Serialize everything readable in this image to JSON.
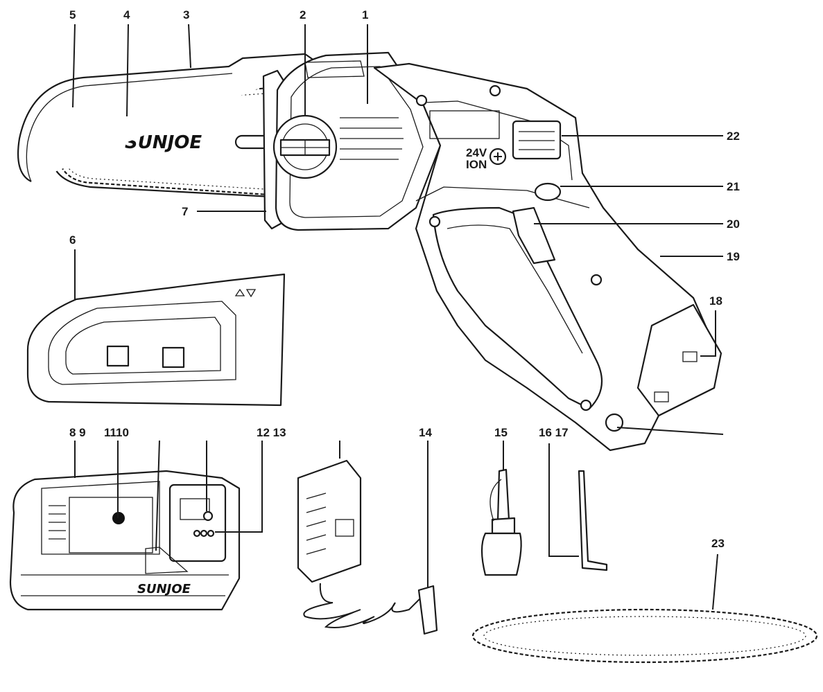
{
  "brand": {
    "bar_logo": "SUNJOE",
    "battery_logo": "SUNJOE",
    "voltage_top": "24V",
    "voltage_bottom": "ION"
  },
  "callouts": {
    "c1": "1",
    "c2": "2",
    "c3": "3",
    "c4": "4",
    "c5": "5",
    "c6": "6",
    "c7": "7",
    "c8_9": "8 9",
    "c11_10": "1110",
    "c12_13": "12 13",
    "c14": "14",
    "c15": "15",
    "c16_17": "16 17",
    "c18": "18",
    "c19": "19",
    "c20": "20",
    "c21": "21",
    "c22": "22",
    "c23": "23"
  },
  "colors": {
    "ink": "#1a1a1a",
    "background": "#ffffff"
  }
}
